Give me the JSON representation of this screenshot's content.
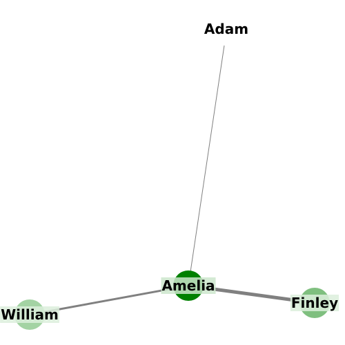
{
  "graph": {
    "nodes": [
      {
        "id": "adam",
        "label": "Adam",
        "color": "#ffffff",
        "label_bg": "#ffffff"
      },
      {
        "id": "amelia",
        "label": "Amelia",
        "color": "#008000",
        "label_bg": "#cce6cc"
      },
      {
        "id": "william",
        "label": "William",
        "color": "#a3d3a3",
        "label_bg": "#dcefdc"
      },
      {
        "id": "finley",
        "label": "Finley",
        "color": "#7fbf7f",
        "label_bg": "#dcefdc"
      }
    ],
    "edges": [
      {
        "source": "amelia",
        "target": "adam",
        "weight": 1
      },
      {
        "source": "amelia",
        "target": "william",
        "weight": 3
      },
      {
        "source": "amelia",
        "target": "finley",
        "weight": 5
      }
    ],
    "edge_color": "#808080"
  }
}
